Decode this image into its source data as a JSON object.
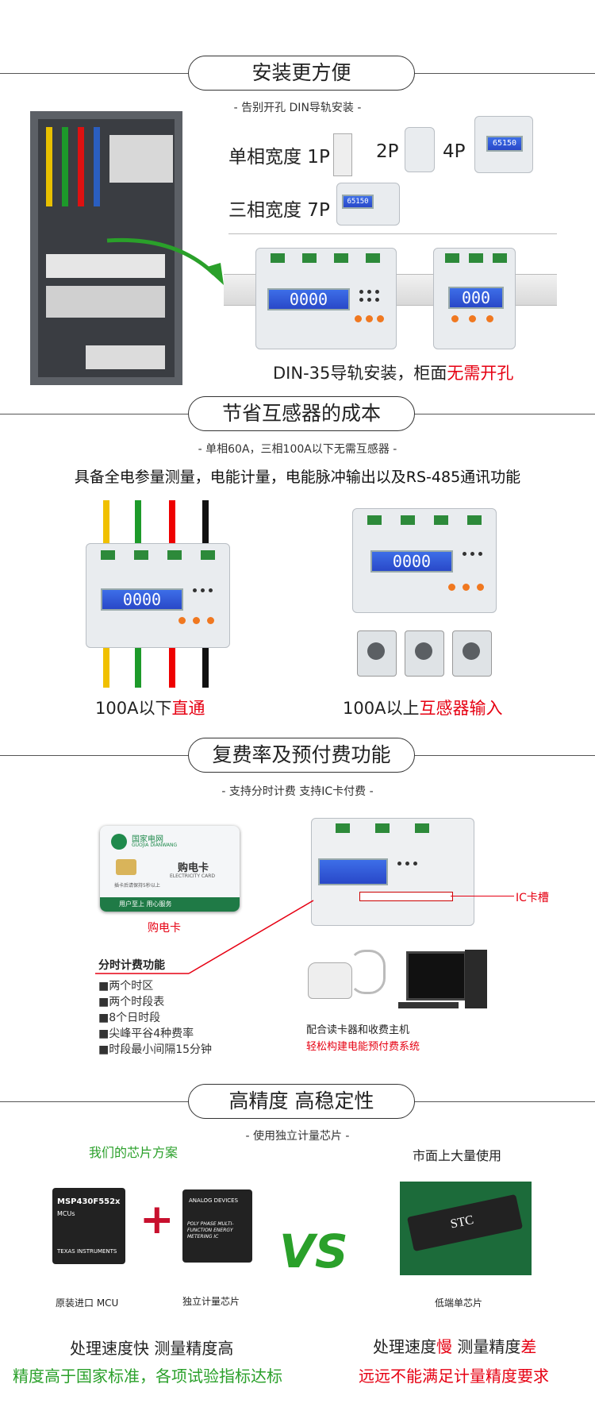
{
  "s1": {
    "title": "安装更方便",
    "subtitle": "- 告别开孔 DIN导轨安装 -",
    "single_phase_label": "单相宽度 1P",
    "p2": "2P",
    "p4": "4P",
    "three_phase_label": "三相宽度 7P",
    "lcd_1": "0000",
    "lcd_2": "000",
    "lcd_small_1": "65150",
    "lcd_small_2": "65150",
    "caption_prefix": "DIN-35导轨安装，柜面",
    "caption_red": "无需开孔"
  },
  "s2": {
    "title": "节省互感器的成本",
    "subtitle": "- 单相60A，三相100A以下无需互感器 -",
    "features": "具备全电参量测量，电能计量，电能脉冲输出以及RS-485通讯功能",
    "lcd_1": "0000",
    "lcd_2": "0000",
    "left_prefix": "100A以下",
    "left_red": "直通",
    "right_prefix": "100A以上",
    "right_red": "互感器输入"
  },
  "s3": {
    "title": "复费率及预付费功能",
    "subtitle": "- 支持分时计费 支持IC卡付费 -",
    "card_brand": "国家电网",
    "card_brand_en": "GUOJIA DIANWANG",
    "card_title": "购电卡",
    "card_title_en": "ELECTRICITY CARD",
    "card_note": "插卡后请保持5秒以上",
    "card_slogan": "用户至上 用心服务",
    "card_caption": "购电卡",
    "ic_slot_label": "IC卡槽",
    "tou_title": "分时计费功能",
    "tou_items": [
      "■两个时区",
      "■两个时段表",
      "■8个日时段",
      "■尖峰平谷4种费率",
      "■时段最小间隔15分钟"
    ],
    "reader_caption": "配合读卡器和收费主机",
    "reader_caption_red": "轻松构建电能预付费系统"
  },
  "s4": {
    "title": "高精度 高稳定性",
    "subtitle": "- 使用独立计量芯片 -",
    "ours_label": "我们的芯片方案",
    "market_label": "市面上大量使用",
    "chip1_name": "MSP430F552x",
    "chip1_sub": "MCUs",
    "chip1_brand": "TEXAS INSTRUMENTS",
    "chip2_brand": "ANALOG DEVICES",
    "chip2_desc": "POLY PHASE MULTI-FUNCTION ENERGY METERING IC",
    "plus": "+",
    "vs": "VS",
    "chip3_brand": "STC",
    "chip1_caption": "原装进口 MCU",
    "chip2_caption": "独立计量芯片",
    "chip3_caption": "低端单芯片",
    "left_line1": "处理速度快  测量精度高",
    "left_line2": "精度高于国家标准，各项试验指标达标",
    "right_line1_a": "处理速度",
    "right_line1_b": "慢",
    "right_line1_c": "  测量精度",
    "right_line1_d": "差",
    "right_line2": "远远不能满足计量精度要求"
  },
  "colors": {
    "red": "#e60012",
    "green": "#2aa02a",
    "lcd_blue": "#2f55d8"
  }
}
